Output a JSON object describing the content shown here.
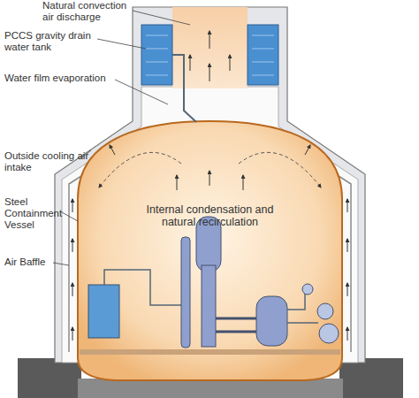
{
  "diagram": {
    "labels": [
      "Natural convection air discharge",
      "PCCS gravity drain water tank",
      "Water film evaporation",
      "Outside cooling air intake",
      "Steel Containment Vessel",
      "Air Baffle",
      "Internal condensation and natural recirculation"
    ]
  }
}
